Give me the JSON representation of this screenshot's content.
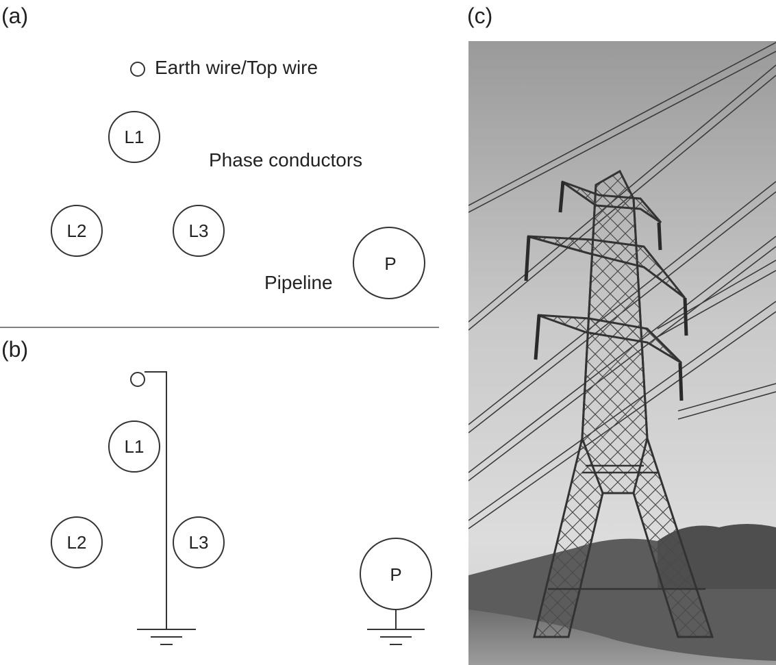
{
  "panels": {
    "a": "(a)",
    "b": "(b)",
    "c": "(c)"
  },
  "labels": {
    "earth_wire": "Earth wire/Top wire",
    "phase_conductors": "Phase conductors",
    "pipeline": "Pipeline"
  },
  "conductors": {
    "l1": "L1",
    "l2": "L2",
    "l3": "L3",
    "p": "P"
  }
}
